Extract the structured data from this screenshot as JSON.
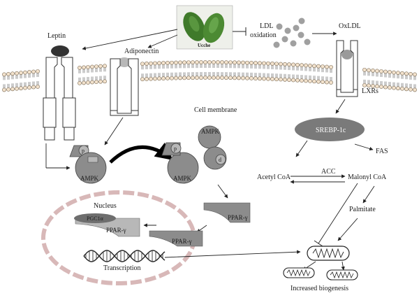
{
  "plant_image": {
    "caption": "Ucche",
    "icon": "bitter-gourd-photo"
  },
  "labels": {
    "leptin": "Leptin",
    "adiponectin": "Adiponectin",
    "ldl_oxidation_line1": "LDL",
    "ldl_oxidation_line2": "oxidation",
    "oxldl": "OxLDL",
    "lxrs": "LXRs",
    "cell_membrane": "Cell membrane",
    "srebp": "SREBP-1c",
    "fas": "FAS",
    "acetyl_coa": "Acetyl CoA",
    "acc": "ACC",
    "malonyl_coa": "Malonyl CoA",
    "palmitate": "Palmitate",
    "increased_biogenesis": "Increased biogenesis",
    "nucleus": "Nucleus",
    "pgc1a": "PGC1α",
    "ppar_nucleus_bound": "PPAR-γ",
    "ppar_nucleus_free": "PPAR-γ",
    "ppar_cytoplasm": "PPAR-γ",
    "transcription": "Transcription",
    "ampk_left": "AMPK",
    "ampk_right_bottom": "AMPK",
    "ampk_right_top": "AMPK",
    "p_left": "p",
    "p_right": "p",
    "d_right": "d"
  },
  "colors": {
    "receptor_fill": "#ffffff",
    "protein_fill": "#8c8c8c",
    "protein_light": "#b8b8b8",
    "srebp_fill": "#7a7a7a",
    "nucleus_dash": "#d8b8b8",
    "leptin_ligand": "#333333"
  }
}
